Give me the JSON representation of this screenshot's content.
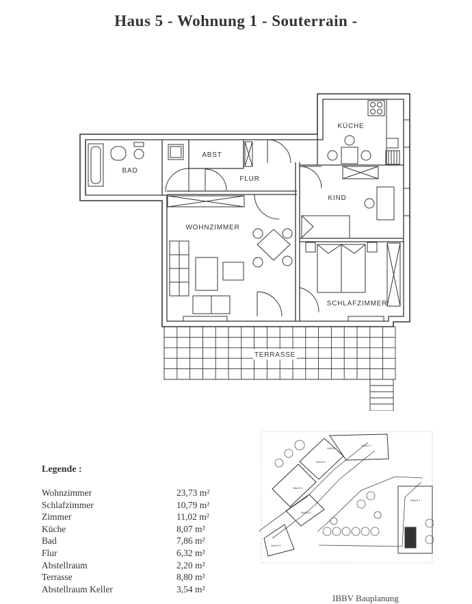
{
  "title": "Haus 5 - Wohnung 1 - Souterrain -",
  "rooms": {
    "kueche": "KÜCHE",
    "abst": "ABST",
    "bad": "BAD",
    "flur": "FLUR",
    "kind": "KIND",
    "wohnzimmer": "WOHNZIMMER",
    "schlafzimmer": "SCHLAFZIMMER",
    "terrasse": "TERRASSE"
  },
  "legend": {
    "heading": "Legende :",
    "items": [
      {
        "name": "Wohnzimmer",
        "area": "23,73 m²"
      },
      {
        "name": "Schlafzimmer",
        "area": "10,79 m²"
      },
      {
        "name": "Zimmer",
        "area": "11,02 m²"
      },
      {
        "name": "Küche",
        "area": "8,07 m²"
      },
      {
        "name": "Bad",
        "area": "7,86 m²"
      },
      {
        "name": "Flur",
        "area": "6,32 m²"
      },
      {
        "name": "Abstellraum",
        "area": "2,20 m²"
      },
      {
        "name": "Terrasse",
        "area": "8,80 m²"
      },
      {
        "name": "Abstellraum Keller",
        "area": "3,54 m²"
      }
    ]
  },
  "siteplan": {
    "labels": [
      "HAUS 1",
      "HAUS 2",
      "HAUS 3",
      "HAUS 4",
      "HAUS 5",
      "HAUS 6",
      "HAUS 7"
    ]
  },
  "footer": "IBBV Bauplanung"
}
